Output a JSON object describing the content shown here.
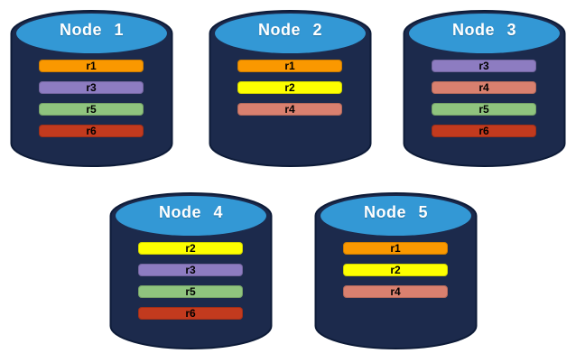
{
  "diagram": {
    "description": "Replica distribution across database nodes"
  },
  "palette": {
    "cylinder_body": "#1C2A4C",
    "cylinder_outline": "#0D1B38",
    "cylinder_top": "#3398D5",
    "title_text": "#FFFFFF",
    "bar_text": "#000000",
    "background": "#FFFFFF"
  },
  "replica_colors": {
    "r1": "#FA9800",
    "r2": "#FDFF00",
    "r3": "#8D7CC1",
    "r4": "#D9806F",
    "r5": "#8FC47E",
    "r6": "#C23A1E"
  },
  "nodes": [
    {
      "label": "Node 1",
      "replicas": [
        {
          "id": "r1",
          "label": "r1",
          "color": "#FA9800"
        },
        {
          "id": "r3",
          "label": "r3",
          "color": "#8D7CC1"
        },
        {
          "id": "r5",
          "label": "r5",
          "color": "#8FC47E"
        },
        {
          "id": "r6",
          "label": "r6",
          "color": "#C23A1E"
        }
      ]
    },
    {
      "label": "Node 2",
      "replicas": [
        {
          "id": "r1",
          "label": "r1",
          "color": "#FA9800"
        },
        {
          "id": "r2",
          "label": "r2",
          "color": "#FDFF00"
        },
        {
          "id": "r4",
          "label": "r4",
          "color": "#D9806F"
        }
      ]
    },
    {
      "label": "Node 3",
      "replicas": [
        {
          "id": "r3",
          "label": "r3",
          "color": "#8D7CC1"
        },
        {
          "id": "r4",
          "label": "r4",
          "color": "#D9806F"
        },
        {
          "id": "r5",
          "label": "r5",
          "color": "#8FC47E"
        },
        {
          "id": "r6",
          "label": "r6",
          "color": "#C23A1E"
        }
      ]
    },
    {
      "label": "Node 4",
      "replicas": [
        {
          "id": "r2",
          "label": "r2",
          "color": "#FDFF00"
        },
        {
          "id": "r3",
          "label": "r3",
          "color": "#8D7CC1"
        },
        {
          "id": "r5",
          "label": "r5",
          "color": "#8FC47E"
        },
        {
          "id": "r6",
          "label": "r6",
          "color": "#C23A1E"
        }
      ]
    },
    {
      "label": "Node 5",
      "replicas": [
        {
          "id": "r1",
          "label": "r1",
          "color": "#FA9800"
        },
        {
          "id": "r2",
          "label": "r2",
          "color": "#FDFF00"
        },
        {
          "id": "r4",
          "label": "r4",
          "color": "#D9806F"
        }
      ]
    }
  ]
}
